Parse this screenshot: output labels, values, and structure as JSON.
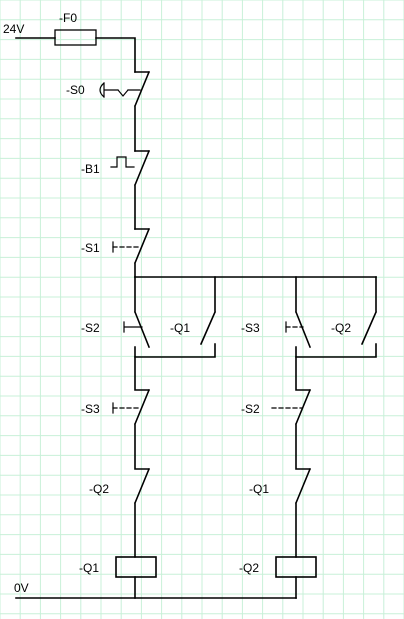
{
  "labels": {
    "supply_plus": "24V",
    "supply_minus": "0V",
    "fuse": "-F0",
    "estop": "-S0",
    "pressure_switch": "-B1",
    "stop_switch": "-S1",
    "start_q1_switch": "-S2",
    "hold_q1": "-Q1",
    "start_q2_switch": "-S3",
    "hold_q2": "-Q2",
    "interlock_s3_left": "-S3",
    "interlock_s2_right": "-S2",
    "interlock_q2_left": "-Q2",
    "interlock_q1_right": "-Q1",
    "coil_q1": "-Q1",
    "coil_q2": "-Q2"
  },
  "colors": {
    "grid": "#c8f0d8",
    "wire": "#000000"
  }
}
